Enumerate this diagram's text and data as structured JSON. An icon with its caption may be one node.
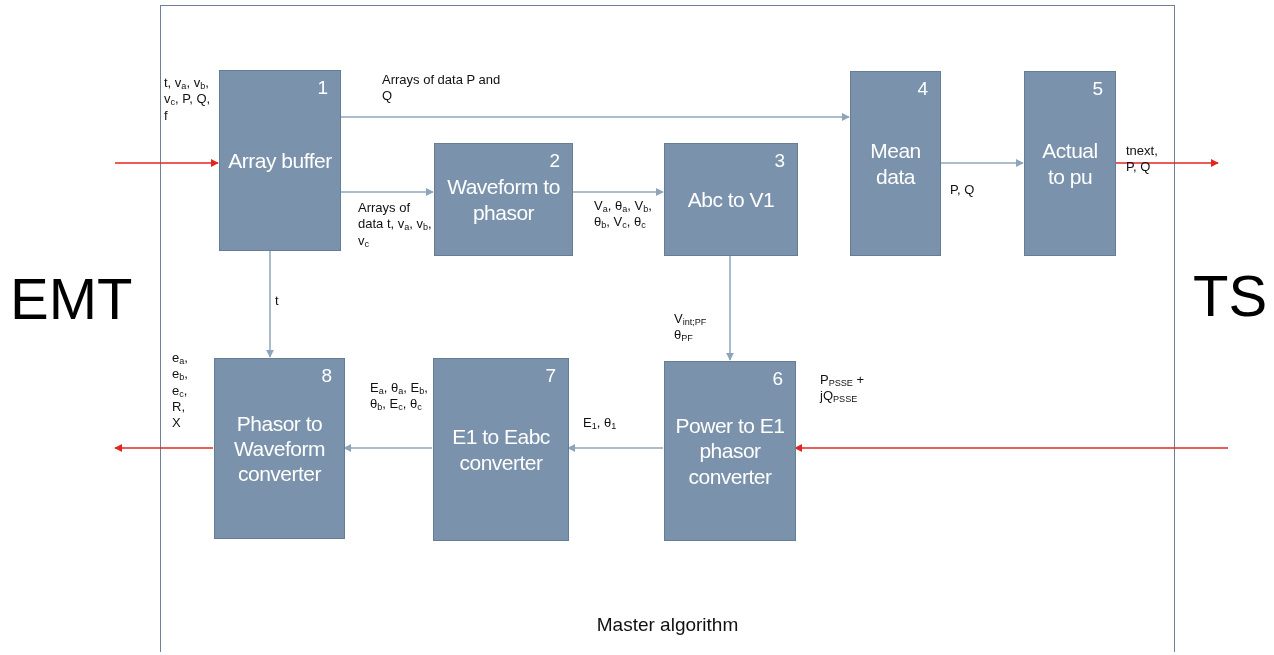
{
  "diagram": {
    "nodes": [
      {
        "text": [
          "Master algorithm"
        ]
      },
      {
        "text": [
          "1",
          "Array buffer"
        ],
        "in": 0
      },
      {
        "text": [
          "2",
          "Waveform to phasor"
        ],
        "in": 0
      },
      {
        "text": [
          "3",
          "Abc to V1"
        ],
        "in": 0
      },
      {
        "text": [
          "4",
          "Mean data"
        ],
        "in": 0
      },
      {
        "text": [
          "5",
          "Actual to pu"
        ],
        "in": 0
      },
      {
        "text": [
          "6",
          "Power to E1 phasor converter"
        ],
        "in": 0
      },
      {
        "text": [
          "7",
          "E1 to Eabc converter"
        ],
        "in": 0
      },
      {
        "text": [
          "8",
          "Phasor to Waveform converter"
        ],
        "in": 0
      }
    ],
    "edges": [
      {
        "from": null,
        "to": 1,
        "arrow": "to",
        "label": "t, v$_{a}$, v$_{b}$, v$_{c}$, P, Q, f",
        "color": "#e3261f"
      },
      {
        "from": 1,
        "to": 4,
        "arrow": "to",
        "label": "Arrays of data P and Q"
      },
      {
        "from": 1,
        "to": 2,
        "arrow": "to",
        "label": "Arrays of data t, v$_{a}$, v$_{b}$, v$_{c}$"
      },
      {
        "from": 2,
        "to": 3,
        "arrow": "to",
        "label": "V$_{a}$, θ$_{a}$, V$_{b}$, θ$_{b}$, V$_{c}$, θ$_{c}$"
      },
      {
        "from": 4,
        "to": 5,
        "arrow": "to",
        "label": "P, Q"
      },
      {
        "from": 5,
        "to": null,
        "arrow": "to",
        "label": "tnext, P, Q",
        "color": "#e3261f"
      },
      {
        "from": 1,
        "to": 8,
        "arrow": "to",
        "label": "t"
      },
      {
        "from": 3,
        "to": 6,
        "arrow": "to",
        "label": "V$_{int;PF}$ θ$_{PF}$"
      },
      {
        "from": null,
        "to": 6,
        "arrow": "to",
        "label": "P$_{PSSE}$ + jQ$_{PSSE}$",
        "color": "#e3261f"
      },
      {
        "from": 6,
        "to": 7,
        "arrow": "to",
        "label": "E$_{1}$, θ$_{1}$"
      },
      {
        "from": 7,
        "to": 8,
        "arrow": "to",
        "label": "E$_{a}$, θ$_{a}$, E$_{b}$, θ$_{b}$, E$_{c}$, θ$_{c}$"
      },
      {
        "from": 8,
        "to": null,
        "arrow": "to",
        "label": "e$_{a}$, e$_{b}$, e$_{c}$, R, X",
        "color": "#e3261f"
      }
    ],
    "labels": [
      "EMT",
      "TS"
    ]
  }
}
